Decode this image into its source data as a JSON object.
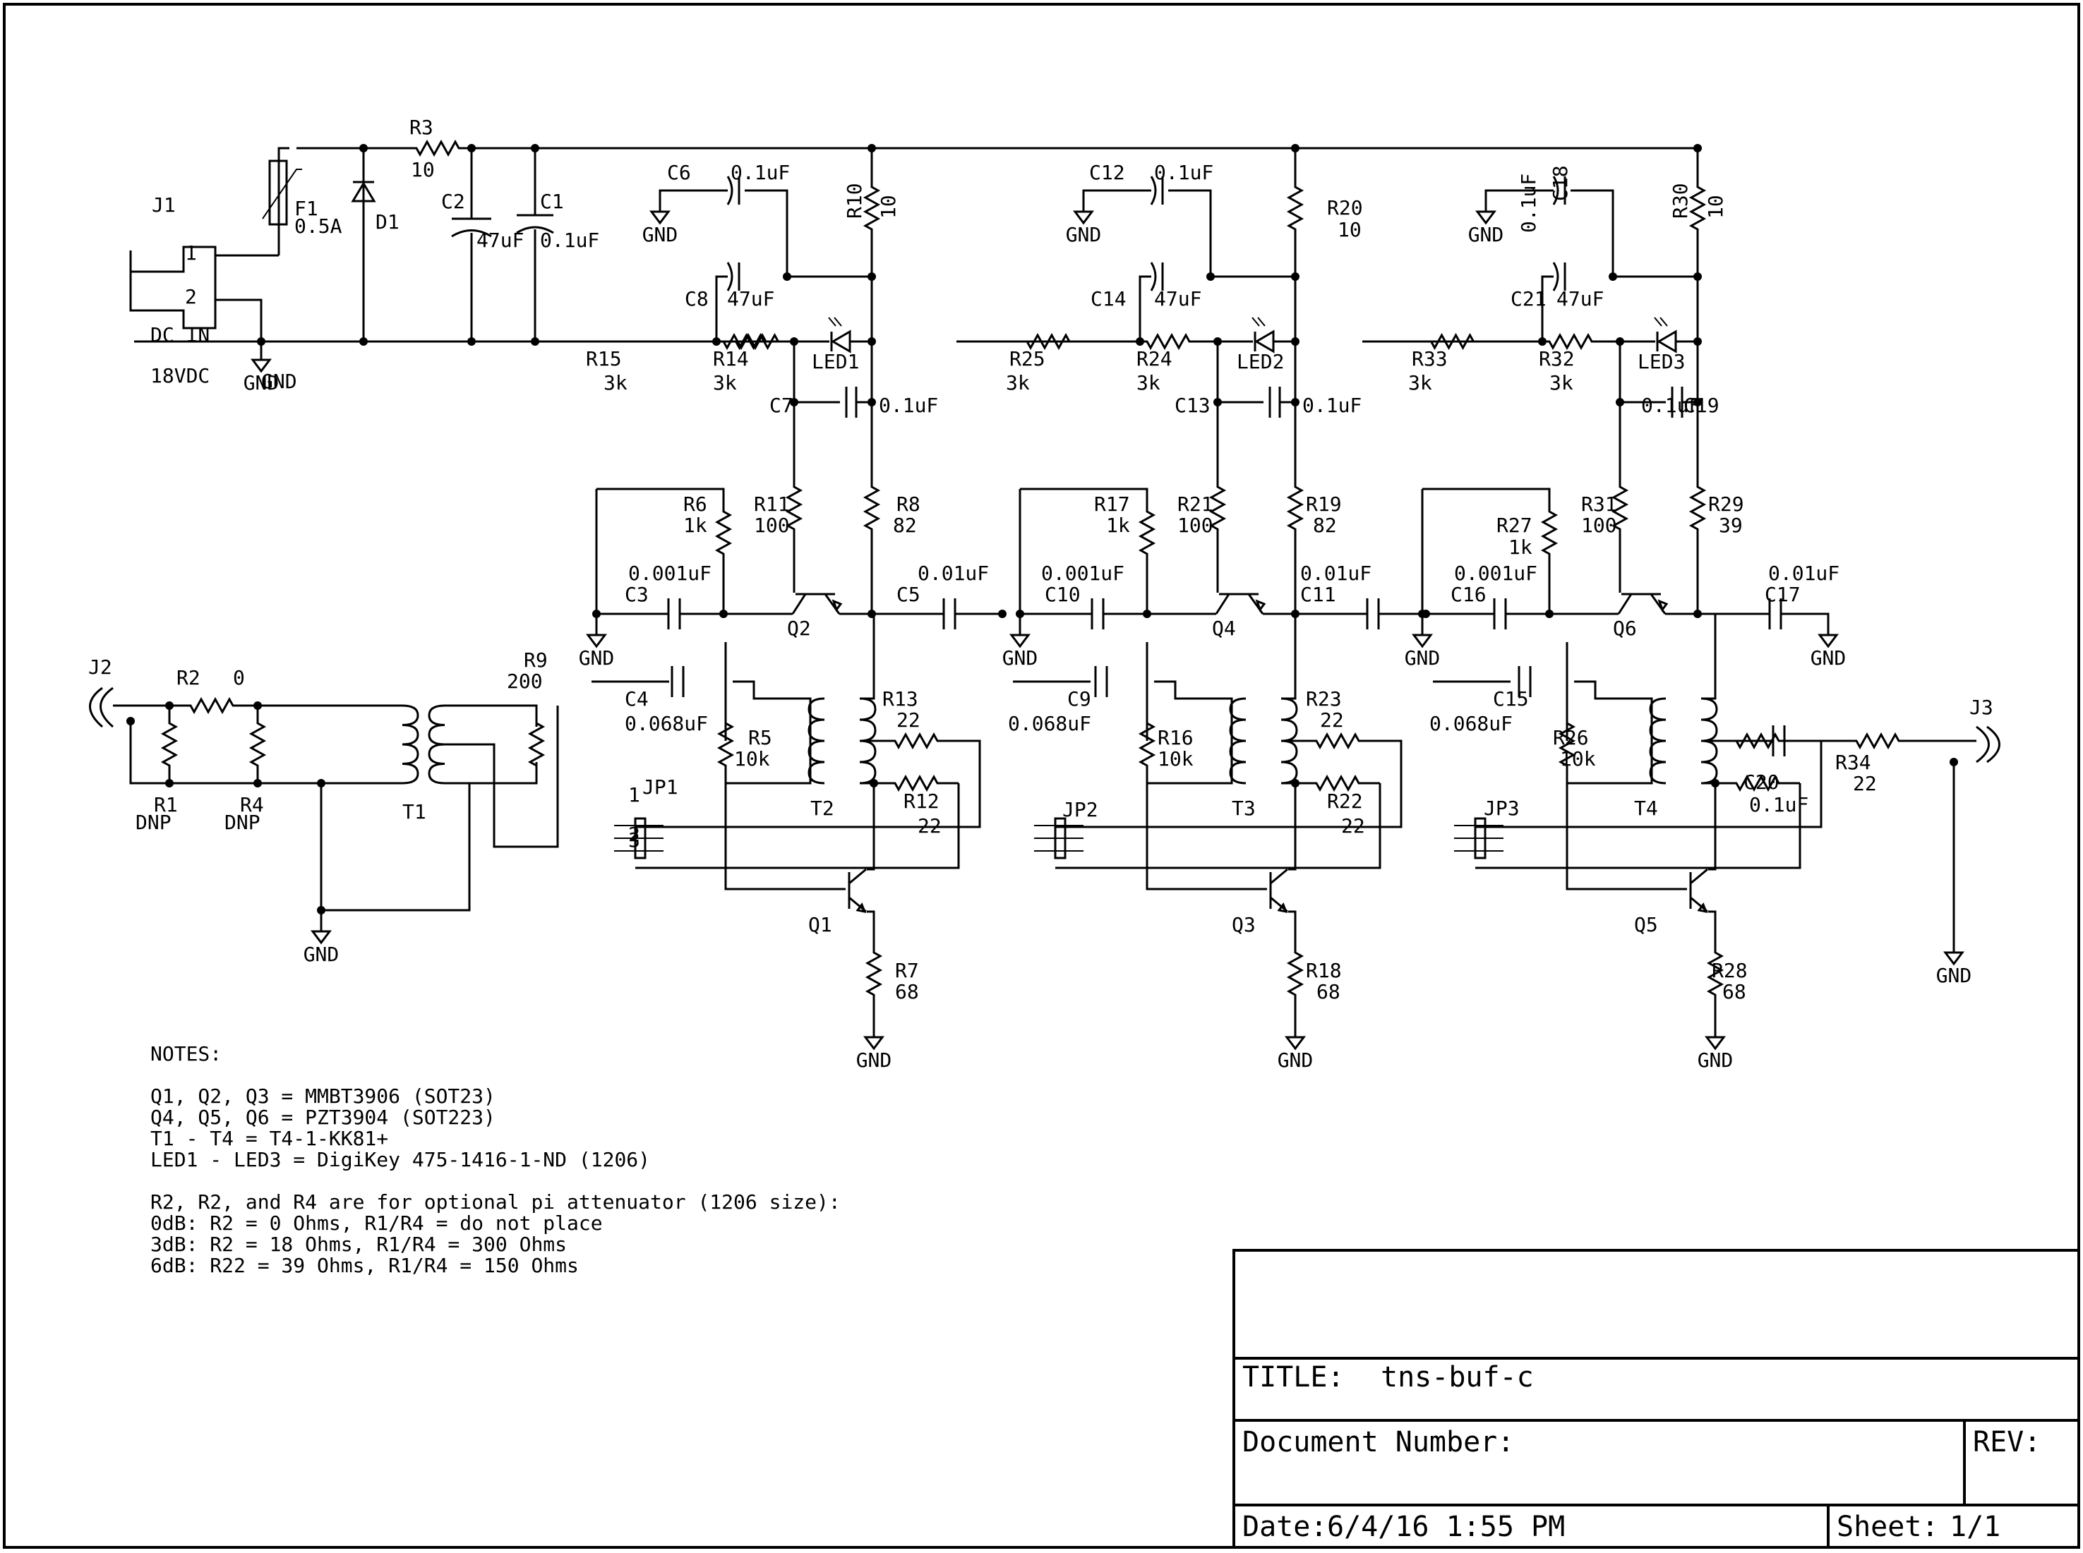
{
  "title_block": {
    "title_label": "TITLE:",
    "title_value": "tns-buf-c",
    "doc_number_label": "Document Number:",
    "rev_label": "REV:",
    "date_label": "Date:",
    "date_value": "6/4/16 1:55 PM",
    "sheet_label": "Sheet:",
    "sheet_value": "1/1"
  },
  "notes": [
    "NOTES:",
    "",
    "Q1, Q2, Q3 = MMBT3906 (SOT23)",
    "Q4, Q5, Q6 = PZT3904 (SOT223)",
    "T1 - T4 = T4-1-KK81+",
    "LED1 - LED3 = DigiKey 475-1416-1-ND (1206)",
    "",
    "R2, R2, and R4 are for optional pi attenuator (1206 size):",
    "0dB: R2 =  0 Ohms, R1/R4 = do not place",
    "3dB: R2 = 18 Ohms, R1/R4 = 300 Ohms",
    "6dB: R22 = 39 Ohms, R1/R4 = 150 Ohms"
  ],
  "labels": {
    "J1": "J1",
    "dcin": "DC IN",
    "v18": "18VDC",
    "pin1": "1",
    "pin2": "2",
    "F1": "F1",
    "F1v": "0.5A",
    "D1": "D1",
    "R3": "R3",
    "R3v": "10",
    "C2": "C2",
    "C2v": "47uF",
    "C1": "C1",
    "C1v": "0.1uF",
    "C6": "C6",
    "C6v": "0.1uF",
    "C8": "C8",
    "C8v": "47uF",
    "R10": "R10",
    "R10v": "10",
    "R15": "R15",
    "R15v": "3k",
    "R14": "R14",
    "R14v": "3k",
    "LED1": "LED1",
    "C7": "C7",
    "C7v": "0.1uF",
    "C12": "C12",
    "C12v": "0.1uF",
    "C14": "C14",
    "C14v": "47uF",
    "R20": "R20",
    "R20v": "10",
    "R25": "R25",
    "R25v": "3k",
    "R24": "R24",
    "R24v": "3k",
    "LED2": "LED2",
    "C13": "C13",
    "C13v": "0.1uF",
    "C18": "C18",
    "C18v": "0.1uF",
    "C21": "C21",
    "C21v": "47uF",
    "R30": "R30",
    "R30v": "10",
    "R33": "R33",
    "R33v": "3k",
    "R32": "R32",
    "R32v": "3k",
    "LED3": "LED3",
    "C19": "C19",
    "C19v": "0.1uF",
    "R6": "R6",
    "R6v": "1k",
    "R11": "R11",
    "R11v": "100",
    "R8": "R8",
    "R8v": "82",
    "C3": "C3",
    "C3v": "0.001uF",
    "Q2": "Q2",
    "C5": "C5",
    "C5v": "0.01uF",
    "R17": "R17",
    "R17v": "1k",
    "R21": "R21",
    "R21v": "100",
    "R19": "R19",
    "R19v": "82",
    "C10": "C10",
    "C10v": "0.001uF",
    "Q4": "Q4",
    "C11": "C11",
    "C11v": "0.01uF",
    "R27": "R27",
    "R27v": "1k",
    "R31": "R31",
    "R31v": "100",
    "R29": "R29",
    "R29v": "39",
    "C16": "C16",
    "C16v": "0.001uF",
    "Q6": "Q6",
    "C17": "C17",
    "C17v": "0.01uF",
    "J2": "J2",
    "R2": "R2",
    "R2v": "0",
    "R1": "R1",
    "R1v": "DNP",
    "R4": "R4",
    "R4v": "DNP",
    "R9": "R9",
    "R9v": "200",
    "T1": "T1",
    "C4": "C4",
    "C4v": "0.068uF",
    "R5": "R5",
    "R5v": "10k",
    "JP1": "JP1",
    "R13": "R13",
    "R13v": "22",
    "R12": "R12",
    "R12v": "22",
    "T2": "T2",
    "C9": "C9",
    "C9v": "0.068uF",
    "JP2": "JP2",
    "R16": "R16",
    "R16v": "10k",
    "R23": "R23",
    "R23v": "22",
    "R22": "R22",
    "R22v": "22",
    "T3": "T3",
    "C15": "C15",
    "C15v": "0.068uF",
    "JP3": "JP3",
    "R26": "R26",
    "R26v": "10k",
    "T4": "T4",
    "C20": "C20",
    "C20v": "0.1uF",
    "R34": "R34",
    "R34v": "22",
    "J3": "J3",
    "Q1": "Q1",
    "R7": "R7",
    "R7v": "68",
    "Q3": "Q3",
    "R18": "R18",
    "R18v": "68",
    "Q5": "Q5",
    "R28": "R28",
    "R28v": "68",
    "gnd": "GND",
    "p1": "1",
    "p2": "2",
    "p3": "3"
  }
}
